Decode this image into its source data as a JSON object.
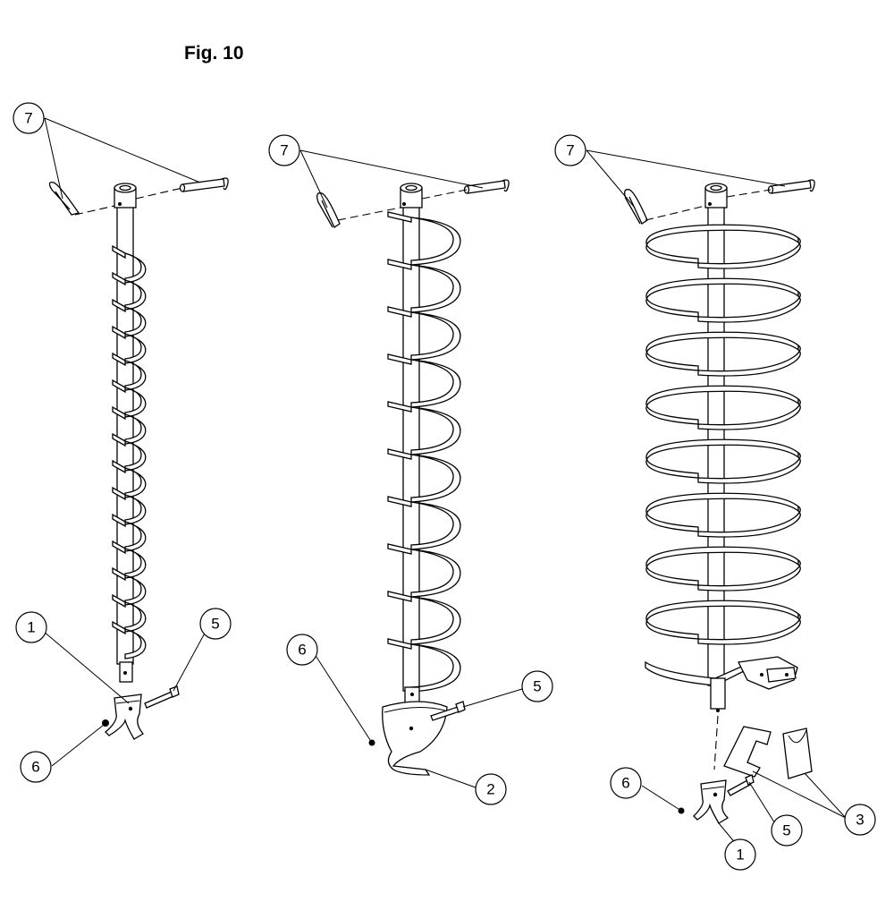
{
  "figure": {
    "title": "Fig. 10"
  },
  "callouts": {
    "a1_seven": "7",
    "a1_one": "1",
    "a1_five": "5",
    "a1_six": "6",
    "a2_seven": "7",
    "a2_six": "6",
    "a2_five": "5",
    "a2_two": "2",
    "a3_seven": "7",
    "a3_six": "6",
    "a3_five": "5",
    "a3_one": "1",
    "a3_three": "3"
  }
}
